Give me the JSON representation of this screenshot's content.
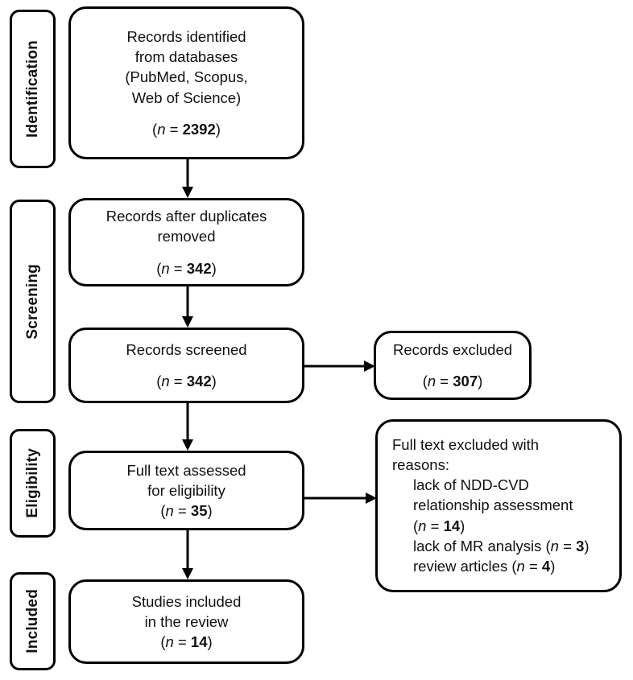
{
  "diagram": {
    "type": "prisma-flow-diagram",
    "phases": [
      {
        "id": "identification",
        "label": "Identification"
      },
      {
        "id": "screening",
        "label": "Screening"
      },
      {
        "id": "eligibility",
        "label": "Eligibility"
      },
      {
        "id": "included",
        "label": "Included"
      }
    ],
    "boxes": {
      "records_identified": {
        "line1": "Records identified",
        "line2": "from databases",
        "line3": "(PubMed, Scopus,",
        "line4": "Web of Science)",
        "count_prefix": "(",
        "count_var": "n",
        "count_eq": " = ",
        "count_value": "2392",
        "count_suffix": ")"
      },
      "records_after_duplicates": {
        "line1": "Records after duplicates",
        "line2": "removed",
        "count_prefix": "(",
        "count_var": "n",
        "count_eq": " = ",
        "count_value": "342",
        "count_suffix": ")"
      },
      "records_screened": {
        "line1": "Records screened",
        "count_prefix": "(",
        "count_var": "n",
        "count_eq": " = ",
        "count_value": "342",
        "count_suffix": ")"
      },
      "records_excluded": {
        "line1": "Records excluded",
        "count_prefix": "(",
        "count_var": "n",
        "count_eq": " = ",
        "count_value": "307",
        "count_suffix": ")"
      },
      "full_text_assessed": {
        "line1": "Full text assessed",
        "line2": "for eligibility",
        "count_prefix": "(",
        "count_var": "n",
        "count_eq": " = ",
        "count_value": "35",
        "count_suffix": ")"
      },
      "full_text_excluded": {
        "line1": "Full text excluded with",
        "line2": "reasons:",
        "reason1": "lack of NDD-CVD",
        "reason1b": "relationship assessment",
        "reason1_prefix": "(",
        "reason1_var": "n",
        "reason1_eq": " = ",
        "reason1_value": "14",
        "reason1_suffix": ")",
        "reason2_text": "lack of MR analysis ",
        "reason2_prefix": "(",
        "reason2_var": "n",
        "reason2_eq": " = ",
        "reason2_value": "3",
        "reason2_suffix": ")",
        "reason3_text": "review articles ",
        "reason3_prefix": "(",
        "reason3_var": "n",
        "reason3_eq": " = ",
        "reason3_value": "4",
        "reason3_suffix": ")"
      },
      "studies_included": {
        "line1": "Studies included",
        "line2": "in the review",
        "count_prefix": "(",
        "count_var": "n",
        "count_eq": " = ",
        "count_value": "14",
        "count_suffix": ")"
      }
    },
    "colors": {
      "stroke": "#000000",
      "background": "#ffffff",
      "text": "#111111"
    }
  }
}
